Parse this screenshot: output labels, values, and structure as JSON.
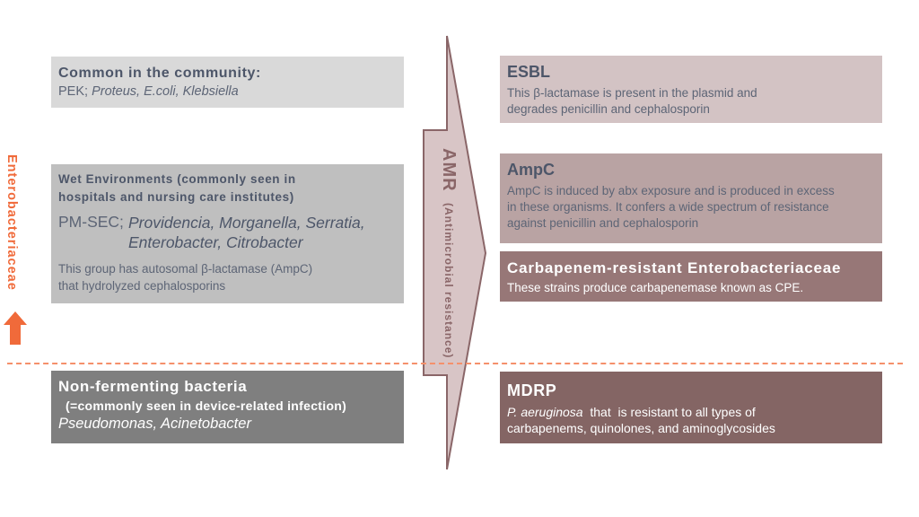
{
  "left_column": {
    "community": {
      "title": "Common  in the community:",
      "prefix": "PEK; ",
      "species": "Proteus, E.coli, Klebsiella"
    },
    "wet_environments": {
      "title_line1": "Wet Environments (commonly seen in",
      "title_line2": "hospitals and nursing care institutes)",
      "prefix": "PM-SEC;",
      "species_line1": "Providencia, Morganella, Serratia,",
      "species_line2": "Enterobacter, Citrobacter",
      "note_line1": "This group has autosomal β-lactamase (AmpC)",
      "note_line2": "that hydrolyzed cephalosporins"
    },
    "non_fermenting": {
      "title": "Non-fermenting  bacteria",
      "subtitle": "(=commonly seen in device-related infection)",
      "species": "Pseudomonas, Acinetobacter"
    }
  },
  "center_arrow": {
    "label": "AMR",
    "sublabel": "(Antimicrobial resistance)",
    "fill": "#d8c5c6",
    "stroke": "#8a6668"
  },
  "side_label": {
    "text": "Enterobacteriaceae",
    "color": "#f06a3a"
  },
  "right_column": {
    "esbl": {
      "title": "ESBL",
      "line1": "This β-lactamase is present in the plasmid and",
      "line2": "degrades penicillin and cephalosporin"
    },
    "ampc": {
      "title": "AmpC",
      "line1": "AmpC is induced by abx exposure and is produced in excess",
      "line2": "in these organisms. It confers a wide spectrum of resistance",
      "line3": "against penicillin and cephalosporin"
    },
    "cre": {
      "title": "Carbapenem-resistant Enterobacteriaceae",
      "text": "These strains produce carbapenemase known as CPE."
    },
    "mdrp": {
      "title": "MDRP",
      "species": "P. aeruginosa",
      "line1_rest": "  that  is resistant to all types of",
      "line2": "carbapenems, quinolones, and aminoglycosides"
    }
  },
  "divider_color": "#f5906b"
}
